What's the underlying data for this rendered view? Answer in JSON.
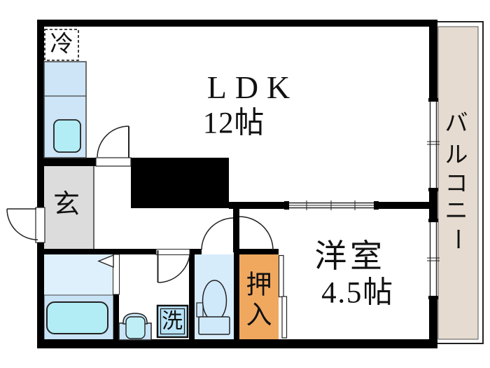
{
  "rooms": {
    "ldk": {
      "label": "LDK",
      "size": "12帖"
    },
    "western": {
      "label": "洋室",
      "size": "4.5帖"
    },
    "balcony": {
      "label": "バルコニー",
      "chars": [
        "バ",
        "ル",
        "コ",
        "ニ",
        "ー"
      ]
    },
    "genkan": {
      "label": "玄"
    },
    "closet": {
      "label": "押入",
      "chars": [
        "押",
        "入"
      ]
    }
  },
  "fixtures": {
    "refrigerator": "冷",
    "washing_machine": "洗"
  },
  "colors": {
    "wall": "#000000",
    "kitchen_counter": "#cde5f6",
    "sink": "#b2edf5",
    "genkan_floor": "#dcdcdc",
    "bath_floor": "#def0fb",
    "bath_lower": "#c9e3f6",
    "bathtub": "#b2edf5",
    "toilet_floor": "#d7ecfb",
    "fixture_blue": "#cfe9fb",
    "washer_box": "#b9e3f7",
    "closet_fill": "#f0a85f",
    "balcony_fill": "#e5dbd0"
  }
}
